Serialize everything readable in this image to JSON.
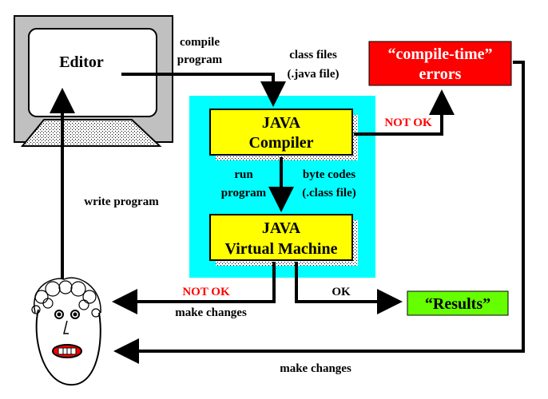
{
  "editor": {
    "label": "Editor"
  },
  "compiler": {
    "line1": "JAVA",
    "line2": "Compiler"
  },
  "jvm": {
    "line1": "JAVA",
    "line2": "Virtual Machine"
  },
  "errors": {
    "line1": "“compile-time”",
    "line2": "errors"
  },
  "results": {
    "label": "“Results”"
  },
  "labels": {
    "compile_line1": "compile",
    "compile_line2": "program",
    "class_files_line1": "class files",
    "class_files_line2": "(.java file)",
    "not_ok_compile": "NOT OK",
    "run_line1": "run",
    "run_line2": "program",
    "byte_codes_line1": "byte codes",
    "byte_codes_line2": "(.class file)",
    "write_program": "write program",
    "not_ok_run": "NOT OK",
    "make_changes_run": "make changes",
    "ok": "OK",
    "make_changes_bottom": "make changes"
  },
  "colors": {
    "runtime_env": "#00ffff",
    "java_box": "#ffff00",
    "errors_box": "#ff0000",
    "results_box": "#66ff00",
    "monitor_face": "#c0c0c0",
    "not_ok_text": "#ff0000"
  }
}
